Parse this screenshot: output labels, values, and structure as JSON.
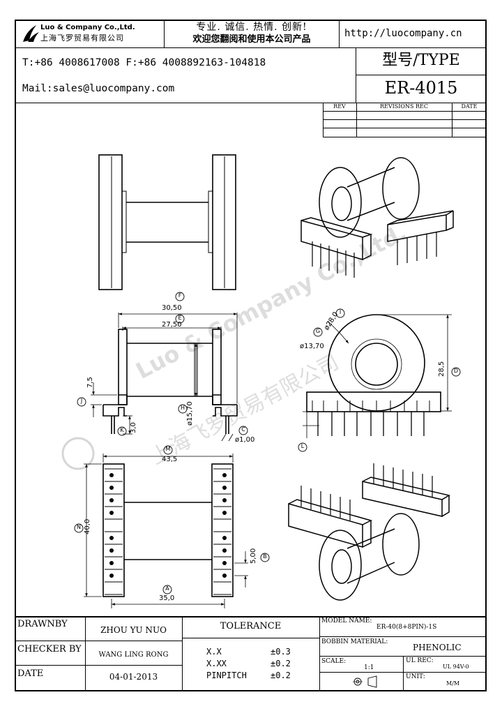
{
  "header": {
    "company_name": "Luo & Company Co.,Ltd.",
    "company_name_cn": "上海飞罗贸易有限公司",
    "slogan_line1": "专业. 诚信. 热情. 创新!",
    "slogan_line2": "欢迎您翻阅和使用本公司产品",
    "website": "http://luocompany.cn",
    "phone_fax": "T:+86 4008617008 F:+86 4008892163-104818",
    "mail": "Mail:sales@luocompany.com",
    "type_label": "型号/TYPE",
    "model": "ER-4015"
  },
  "revisions": {
    "col_rev": "REV",
    "col_rec": "REVISIONS REC",
    "col_date": "DATE"
  },
  "dimensions": {
    "f": "30,50",
    "e": "27,50",
    "j": "7,5",
    "h": "ø15,70",
    "k": "3,0",
    "c": "ø1,00",
    "i": "ø28,0",
    "g": "ø13,70",
    "d": "28,5",
    "m": "43,5",
    "n": "40,0",
    "b": "5,00",
    "a": "35,0"
  },
  "markers": {
    "f": "F",
    "e": "E",
    "j": "J",
    "h": "H",
    "k": "K",
    "c": "C",
    "i": "I",
    "g": "G",
    "d": "D",
    "l": "L",
    "m": "M",
    "n": "N",
    "b": "B",
    "a": "A"
  },
  "watermark": {
    "text": "Luo & Company Co.,Ltd.",
    "text_cn": "上海飞罗贸易有限公司"
  },
  "title_block": {
    "drawnby_label": "DRAWNBY",
    "drawnby_value": "ZHOU YU NUO",
    "checker_label": "CHECKER BY",
    "checker_value": "WANG LING RONG",
    "date_label": "DATE",
    "date_value": "04-01-2013",
    "tolerance_label": "TOLERANCE",
    "tol_x_label": "X.X",
    "tol_x_value": "±0.3",
    "tol_xx_label": "X.XX",
    "tol_xx_value": "±0.2",
    "tol_pin_label": "PINPITCH",
    "tol_pin_value": "±0.2",
    "model_name_label": "MODEL NAME:",
    "model_name_value": "ER-40(8+8PIN)-1S",
    "bobbin_label": "BOBBIN MATERIAL:",
    "bobbin_value": "PHENOLIC",
    "scale_label": "SCALE:",
    "scale_value": "1:1",
    "ul_label": "UL REC:",
    "ul_value": "UL 94V-0",
    "unit_label": "UNIT:",
    "unit_value": "M/M"
  },
  "icons": {
    "logo": "swoosh-logo-icon",
    "projection": "first-angle-projection-icon"
  }
}
